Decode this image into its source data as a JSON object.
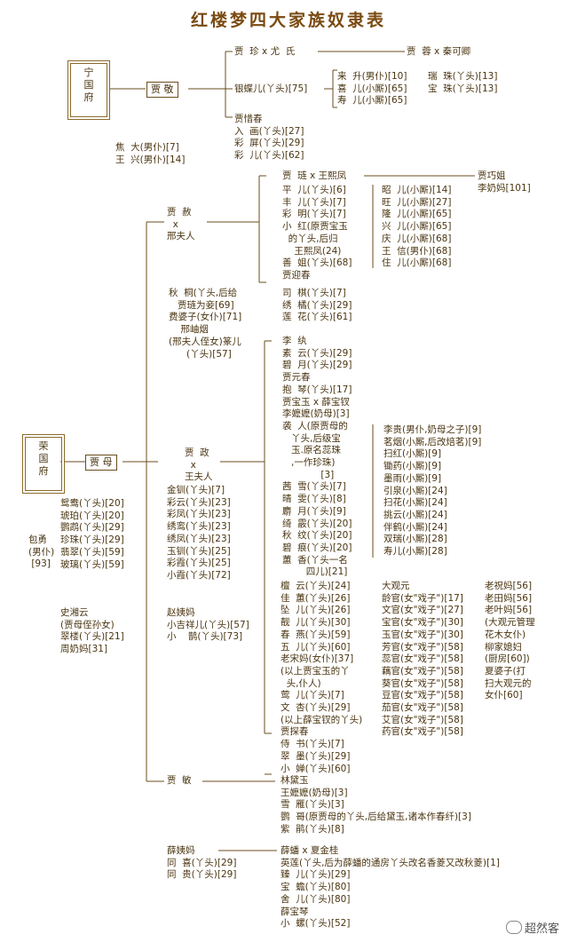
{
  "title": "红楼梦四大家族奴隶表",
  "blocks": {
    "ningguo": "宁\n国\n府",
    "rongguo": "荣\n国\n府",
    "jia_jing": "贾  敬",
    "jia_mu": "贾  母",
    "jia_zhen": "贾  珍 x 尤  氏",
    "jia_rong": "贾  蓉 x 秦可卿",
    "yindie": "银蝶儿(丫头)[75]",
    "zhen_servants": "来  升(男仆)[10]\n喜  儿(小厮)[65]\n寿  儿(小厮)[65]",
    "rong_servants": "瑞  珠(丫头)[13]\n宝  珠(丫头)[13]",
    "xichun": "贾惜春\n入  画(丫头)[27]\n彩  屏(丫头)[29]\n彩  儿(丫头)[62]",
    "jing_servants": "焦  大(男仆)[7]\n王  兴(男仆)[14]",
    "jia_she": "贾  赦\n  x\n邢夫人",
    "jia_lian": "贾  琏 x 王熙凤",
    "qiaojie": "贾巧姐\n李奶妈[101]",
    "lian_maids": "平  儿(丫头)[6]\n丰  儿(丫头)[7]\n彩  明(丫头)[7]\n小  红(原贾宝玉\n  的丫头,后归\n    王熙凤(24)\n善  姐(丫头)[68]\n贾迎春",
    "lian_boys": "昭  儿(小厮)[14]\n旺  儿(小厮)[27]\n隆  儿(小厮)[65]\n兴  儿(小厮)[65]\n庆  儿(小厮)[68]\n王  信(男仆)[68]\n住  儿(小厮)[68]",
    "she_servants": "秋  桐(丫头,后给\n   贾琏为妾[69]\n费婆子(女仆)[71]\n    邢岫烟\n(邢夫人侄女)篆儿\n      (丫头)[57]",
    "yingchun_maids": "司  棋(丫头)[7]\n绣  橘(丫头)[29]\n莲  花(丫头)[61]",
    "li_wan": "李  纨\n素  云(丫头)[29]\n碧  月(丫头)[29]\n贾元春\n抱  琴(丫头)[17]\n贾宝玉 x 薛宝钗\n李嬷嬷(奶母)[3]\n袭  人(原贾母的\n   丫头,后级宝\n   玉.原名蕊珠\n   ,一作珍珠)\n             [3]\n茜  雪(丫头)[7]\n晴  雯(丫头)[8]\n麝  月(丫头)[9]\n绮  霰(丫头)[20]\n秋  纹(丫头)[20]\n碧  痕(丫头)[20]\n蕙  香(丫头一名\n        四儿)[21]",
    "baoyu_boys": "李贵(男仆,奶母之子)[9]\n茗烟(小厮,后改焙茗)[9]\n扫红(小厮)[9]\n锄药(小厮)[9]\n墨雨(小厮)[9]\n引泉(小厮)[24]\n扫花(小厮)[24]\n挑云(小厮)[24]\n伴鹤(小厮)[24]\n双瑞(小厮)[28]\n寿儿(小厮)[28]",
    "jia_zheng": "贾  政\n  x\n王夫人",
    "zheng_maids": "金钏(丫头)[7]\n彩云(丫头)[23]\n彩凤(丫头)[23]\n绣鸾(丫头)[23]\n绣凤(丫头)[23]\n玉钏(丫头)[25]\n彩霞(丫头)[25]\n小霞(丫头)[72]",
    "zhao": "赵姨妈\n小吉祥儿(丫头)[57]\n小    鹊(丫头)[73]",
    "baoyu_maids2": "檀  云(丫头)[24]\n佳  蕙(丫头)[26]\n坠  儿(丫头)[26]\n靓  儿(丫头)[30]\n春  燕(丫头)[59]\n五  儿(丫头)[60]\n老宋妈(女仆)[37]\n(以上贾宝玉的丫\n  头,仆人)\n莺  儿(丫头)[7]\n文  杏(丫头)[29]\n(以上薛宝钗的丫头)\n贾探春\n侍  书(丫头)[7]\n翠  墨(丫头)[29]\n小  婵(丫头)[60]",
    "actresses": "大观元\n龄官(女\"戏子\")[17]\n文官(女\"戏子\")[27]\n宝官(女\"戏子\")[30]\n玉官(女\"戏子\")[30]\n芳官(女\"戏子\")[58]\n蕊官(女\"戏子\")[58]\n藕官(女\"戏子\")[58]\n葵官(女\"戏子\")[58]\n豆官(女\"戏子\")[58]\n茄官(女\"戏子\")[58]\n艾官(女\"戏子\")[58]\n药官(女\"戏子\")[58]",
    "garden": "老祝妈[56]\n老田妈[56]\n老叶妈[56]\n(大观元管理\n花木女仆)\n柳家媳妇\n(厨房[60])\n夏婆子(打\n扫大观元的\n女仆[60]",
    "jiamu_maids": "鸳鸯(丫头)[20]\n琥珀(丫头)[20]\n鹦鹉(丫头)[29]\n珍珠(丫头)[29]\n翡翠(丫头)[59]\n玻璃(丫头)[59]",
    "baoyong": "包勇\n(男仆)\n [93]",
    "shi": "史湘云\n(贾母侄孙女)\n翠楼(丫头)[21]\n周奶妈[31]",
    "jia_min": "贾  敏",
    "lin": "林黛玉\n王嬷嬷(奶母)[3]\n雪  雁(丫头)[3]\n鹦  哥(原贾母的丫头,后给黛玉,诸本作春纤)[3]\n紫  鹃(丫头)[8]",
    "xue_mother": "薛姨妈\n同  喜(丫头)[29]\n同  贵(丫头)[29]",
    "xue_pan": "薛蟠 x 夏金桂\n英莲(丫头,后为薛蟠的通房丫头改名香菱又改秋菱)[1]\n臻  儿(丫头)[29]\n宝  蟾(丫头)[80]\n舍  儿(丫头)[80]\n薛宝琴\n小  螺(丫头)[52]"
  },
  "watermark": "超然客"
}
